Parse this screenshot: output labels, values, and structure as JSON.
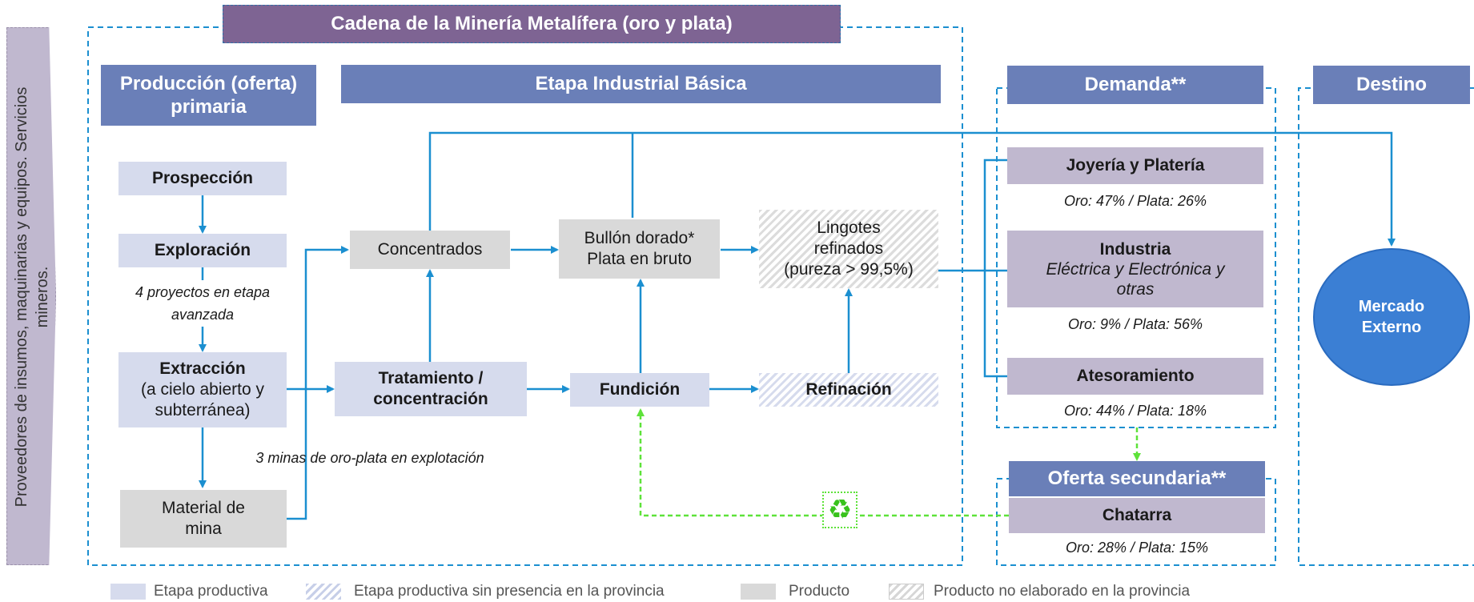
{
  "title": "Cadena de la Minería Metalífera (oro y plata)",
  "side_label": "Proveedores de insumos, maquinarias y equipos. Servicios mineros.",
  "headers": {
    "produccion": "Producción (oferta) primaria",
    "industrial": "Etapa Industrial Básica",
    "demanda": "Demanda**",
    "destino": "Destino",
    "oferta_secundaria": "Oferta secundaria**"
  },
  "nodes": {
    "prospeccion": "Prospección",
    "exploracion": "Exploración",
    "extraccion_title": "Extracción",
    "extraccion_sub": "(a cielo abierto y subterránea)",
    "material_mina": "Material de mina",
    "concentrados": "Concentrados",
    "tratamiento": "Tratamiento / concentración",
    "bullon_1": "Bullón dorado*",
    "bullon_2": "Plata en bruto",
    "fundicion": "Fundición",
    "lingotes_1": "Lingotes",
    "lingotes_2": "refinados",
    "lingotes_3": "(pureza > 99,5%)",
    "refinacion": "Refinación",
    "mercado_externo": "Mercado Externo"
  },
  "notes": {
    "exploracion": "4 proyectos en etapa avanzada",
    "minas": "3 minas de oro-plata en explotación"
  },
  "demand": [
    {
      "label": "Joyería y Platería",
      "share": "Oro: 47% / Plata: 26%"
    },
    {
      "label": "Industria",
      "sub": "Eléctrica y Electrónica y otras",
      "share": "Oro: 9% / Plata: 56%"
    },
    {
      "label": "Atesoramiento",
      "share": "Oro: 44% / Plata: 18%"
    }
  ],
  "secondary": {
    "label": "Chatarra",
    "share": "Oro: 28% / Plata: 15%"
  },
  "recycle_icon": "♻",
  "legend": [
    {
      "label": "Etapa productiva"
    },
    {
      "label": "Etapa productiva sin presencia en la provincia"
    },
    {
      "label": "Producto"
    },
    {
      "label": "Producto no elaborado en la provincia"
    }
  ],
  "colors": {
    "title_bg": "#7e6493",
    "header_bg": "#6a7fb8",
    "stage": "#d6dbed",
    "product": "#d9d9d9",
    "demand": "#c0b8cf",
    "arrow": "#1b8fd0",
    "recycle": "#5ee23a",
    "market": "#3b7fd4"
  }
}
